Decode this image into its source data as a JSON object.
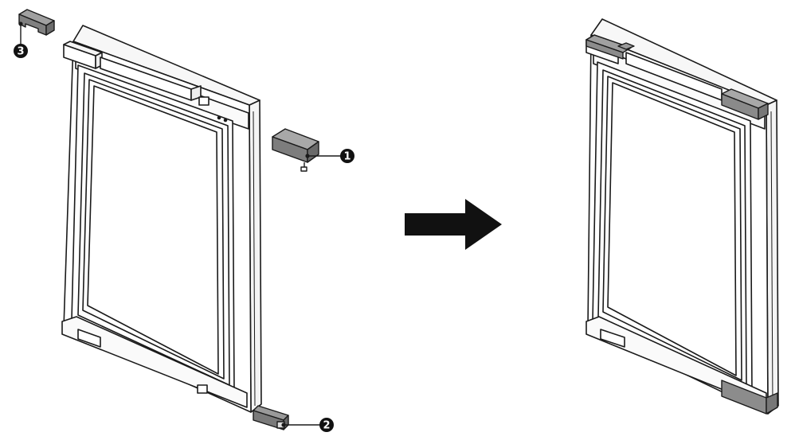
{
  "diagram": {
    "panels": [
      {
        "id": "before",
        "label": ""
      },
      {
        "id": "after",
        "label": ""
      }
    ],
    "callouts": [
      {
        "number": "1",
        "part": "top-right-cap"
      },
      {
        "number": "2",
        "part": "bottom-right-cap"
      },
      {
        "number": "3",
        "part": "top-left-cap"
      }
    ],
    "arrow": {
      "direction": "right",
      "color": "#111111"
    },
    "colors": {
      "line": "#1a1a1a",
      "door_fill": "#ffffff",
      "part_fill": "#8a8a8a",
      "installed_part_fill": "#8c8c8c",
      "callout_fill": "#111111",
      "callout_text": "#ffffff"
    }
  }
}
